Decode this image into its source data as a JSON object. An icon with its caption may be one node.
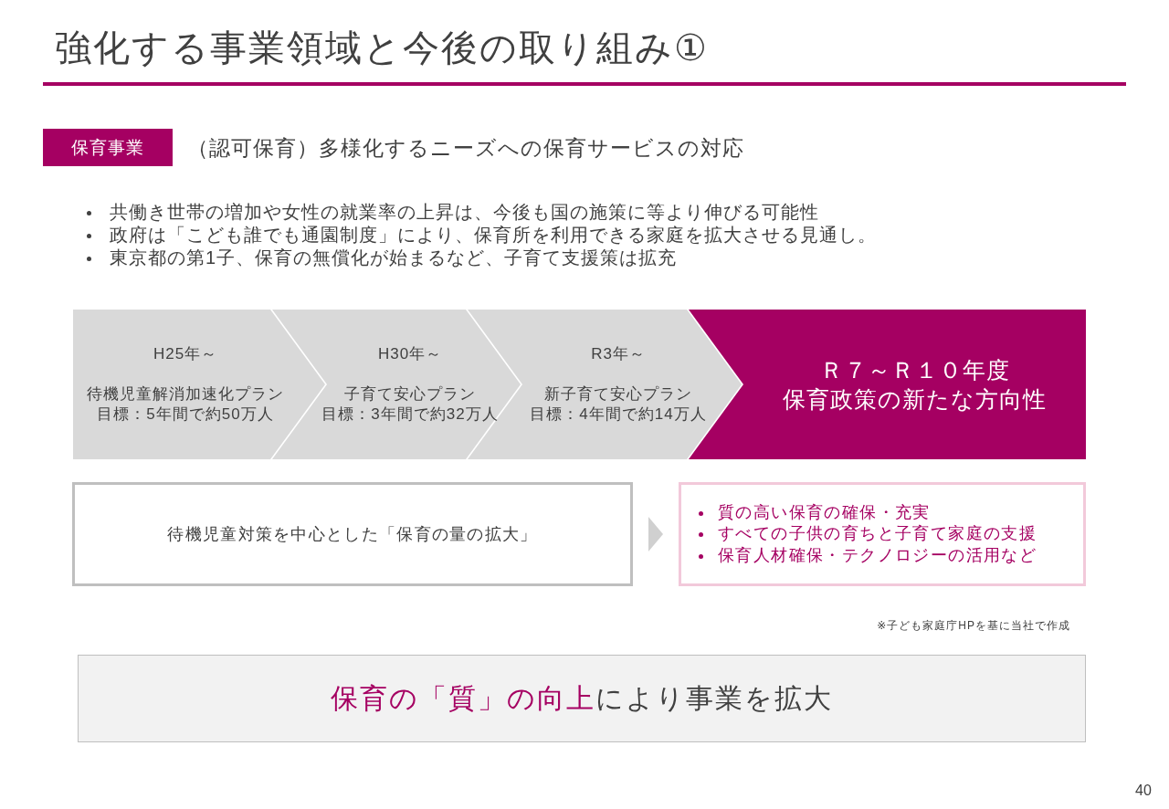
{
  "diagram": {
    "title": "強化する事業領域と今後の取り組み①",
    "nodes": [
      {
        "text": [
          "保育事業"
        ]
      },
      {
        "text": [
          "H25年～",
          "待機児童解消加速化プラン",
          "目標：5年間で約50万人"
        ]
      },
      {
        "text": [
          "H30年～",
          "子育て安心プラン",
          "目標：3年間で約32万人"
        ]
      },
      {
        "text": [
          "R3年～",
          "新子育て安心プラン",
          "目標：4年間で約14万人"
        ]
      },
      {
        "text": [
          "Ｒ７～Ｒ１０年度",
          "保育政策の新たな方向性"
        ]
      },
      {
        "text": [
          "待機児童対策を中心とした「保育の量の拡大」"
        ]
      },
      {
        "text": [
          "質の高い保育の確保・充実",
          "すべての子供の育ちと子育て家庭の支援",
          "保育人材確保・テクノロジーの活用など"
        ]
      },
      {
        "text": [
          "**保育の「質」の向上**により事業を拡大"
        ]
      }
    ],
    "edges": [
      {
        "from": 5,
        "to": 6,
        "arrow": "to"
      }
    ],
    "labels": [
      "（認可保育）多様化するニーズへの保育サービスの対応",
      "共働き世帯の増加や女性の就業率の上昇は、今後も国の施策に等より伸びる可能性",
      "政府は「こども誰でも通園制度」により、保育所を利用できる家庭を拡大させる見通し。",
      "東京都の第1子、保育の無償化が始まるなど、子育て支援策は拡充",
      "※子ども家庭庁HPを基に当社で作成",
      "40"
    ]
  }
}
